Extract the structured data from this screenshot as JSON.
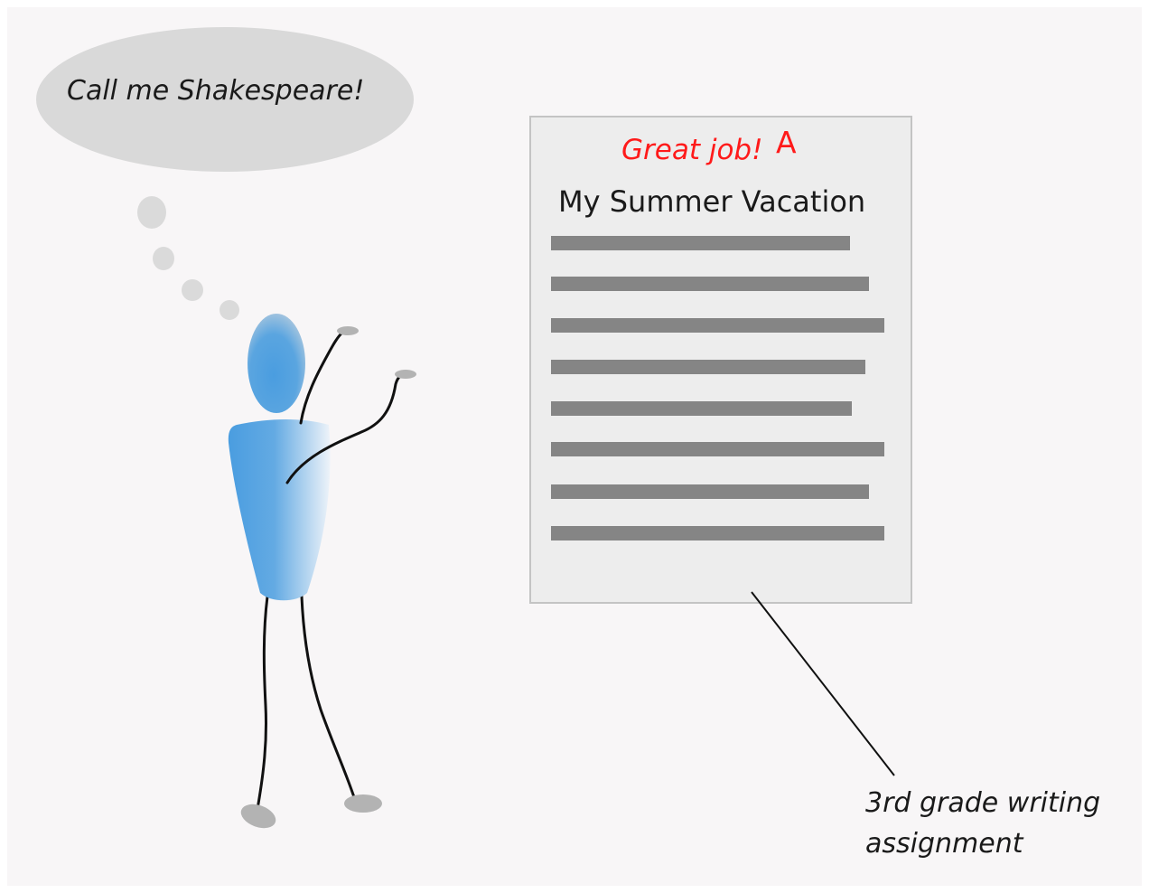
{
  "speech_bubble": {
    "text": "Call me Shakespeare!"
  },
  "paper": {
    "comment": "Great job!",
    "grade": "A",
    "title": "My Summer Vacation",
    "text_line_count": 8
  },
  "caption": {
    "line1": "3rd grade writing",
    "line2": "assignment"
  },
  "colors": {
    "background": "#f8f6f7",
    "bubble": "#d9d9d9",
    "thought_dots": "#dadada",
    "figure_blue": "#4a9de0",
    "figure_blue_light": "#e6eef7",
    "paper_fill": "#ededed",
    "paper_border": "#c4c4c4",
    "text_lines": "#858585",
    "feedback_red": "#ff1a1a",
    "limb": "#111111",
    "hands_feet": "#b3b3b3"
  }
}
